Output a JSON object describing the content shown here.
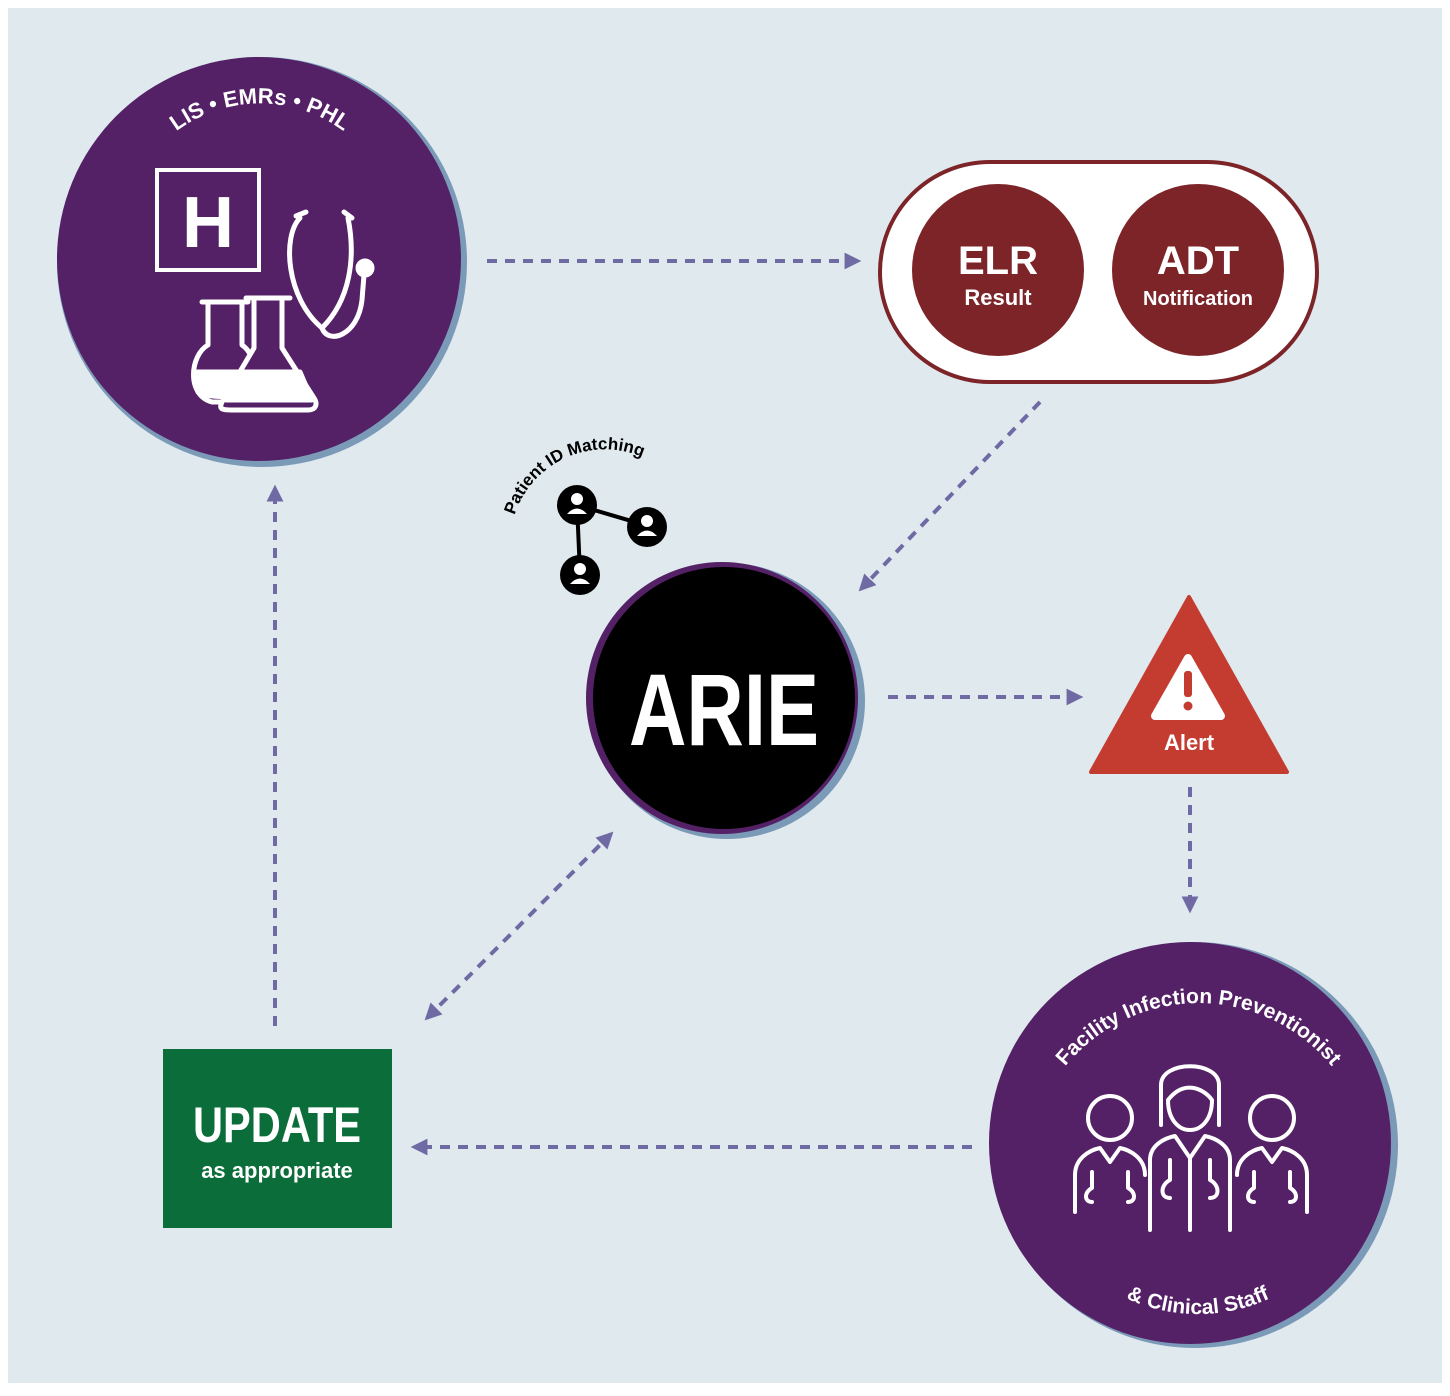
{
  "colors": {
    "background": "#dfe9ee",
    "purple": "#542066",
    "purple_rim": "#7a9ab8",
    "maroon": "#7d2429",
    "green": "#0b6e3a",
    "alert_red": "#c43b30",
    "arrow": "#6f6aa3",
    "black": "#000000",
    "white": "#ffffff"
  },
  "sources": {
    "title": "LIS • EMRs • PHL",
    "icons": [
      "hospital-icon",
      "stethoscope-icon",
      "flask-icon"
    ]
  },
  "messages": {
    "elr": {
      "title": "ELR",
      "subtitle": "Result"
    },
    "adt": {
      "title": "ADT",
      "subtitle": "Notification"
    }
  },
  "matching": {
    "label": "Patient ID Matching",
    "icon": "patient-network-icon"
  },
  "arie": {
    "label": "ARIE"
  },
  "alert": {
    "label": "Alert",
    "icon": "warning-icon"
  },
  "staff": {
    "top_label": "Facility Infection Preventionist",
    "bottom_label": "& Clinical Staff",
    "icon": "clinical-team-icon"
  },
  "update": {
    "title": "UPDATE",
    "subtitle": "as appropriate"
  },
  "arrows": [
    "sources-to-messages",
    "messages-to-arie",
    "arie-to-alert",
    "alert-to-staff",
    "staff-to-update",
    "update-arie-bidirectional",
    "update-to-sources"
  ]
}
